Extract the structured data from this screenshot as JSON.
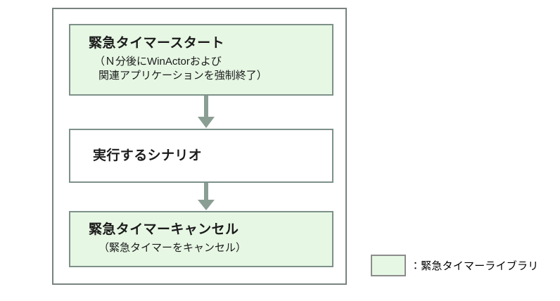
{
  "diagram": {
    "title_hidden": "",
    "nodes": [
      {
        "id": "start",
        "title": "緊急タイマースタート",
        "sub_line1": "（Ｎ分後にWinActorおよび",
        "sub_line2": "関連アプリケーションを強制終了）",
        "fill": "#e6f7e4",
        "border": "#7d9189",
        "kind": "library"
      },
      {
        "id": "run",
        "title": "実行するシナリオ",
        "sub_line1": "",
        "sub_line2": "",
        "fill": "#ffffff",
        "border": "#7d9189",
        "kind": "scenario"
      },
      {
        "id": "cancel",
        "title": "緊急タイマーキャンセル",
        "sub_line1": "（緊急タイマーをキャンセル）",
        "sub_line2": "",
        "fill": "#e6f7e4",
        "border": "#7d9189",
        "kind": "library"
      }
    ],
    "connectors": [
      {
        "id": "arrow-start-to-run",
        "from": "start",
        "to": "run",
        "direction": "down",
        "color": "#8a9e94"
      },
      {
        "id": "arrow-run-to-cancel",
        "from": "run",
        "to": "cancel",
        "direction": "down",
        "color": "#8a9e94"
      }
    ],
    "container": {
      "border_color": "#78837f",
      "fill": "#ffffff"
    }
  },
  "legend": {
    "swatch_fill": "#e6f7e4",
    "swatch_border": "#8c8c8c",
    "label": "：緊急タイマーライブラリ"
  }
}
